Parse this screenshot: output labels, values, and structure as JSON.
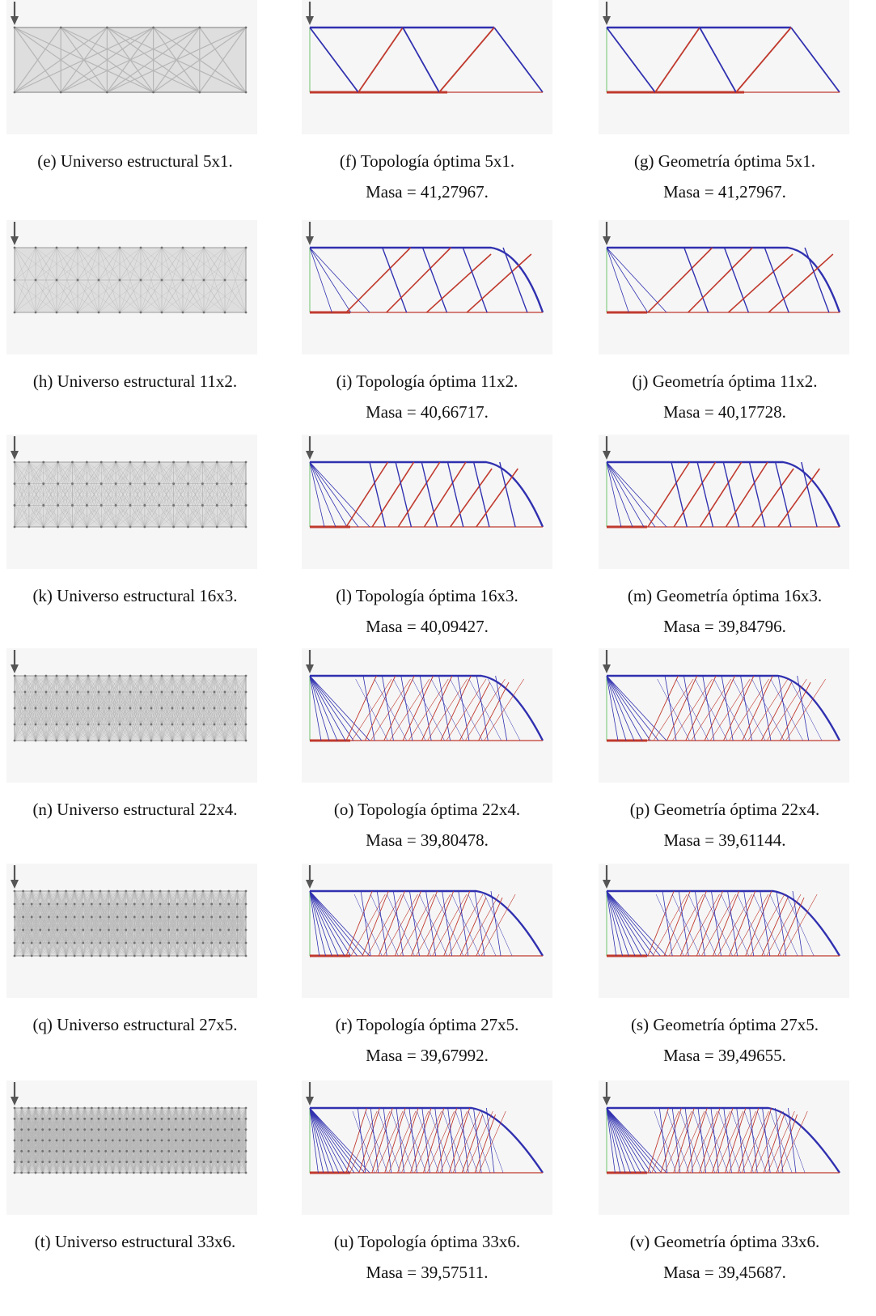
{
  "colors": {
    "compression": "#3030b0",
    "tension": "#c03a2e",
    "universe": "#b6b6b6",
    "node": "#707070",
    "load_arrow": "#555555",
    "support": "#6fc46f"
  },
  "rows": [
    {
      "grid": "5x1",
      "universe": {
        "caption": "(e) Universo estructural 5x1."
      },
      "topology": {
        "caption": "(f) Topología óptima 5x1.",
        "mass": "Masa = 41,27967."
      },
      "geometry": {
        "caption": "(g) Geometría óptima 5x1.",
        "mass": "Masa = 41,27967."
      }
    },
    {
      "grid": "11x2",
      "universe": {
        "caption": "(h) Universo estructural 11x2."
      },
      "topology": {
        "caption": "(i) Topología óptima 11x2.",
        "mass": "Masa = 40,66717."
      },
      "geometry": {
        "caption": "(j) Geometría óptima 11x2.",
        "mass": "Masa = 40,17728."
      }
    },
    {
      "grid": "16x3",
      "universe": {
        "caption": "(k) Universo estructural 16x3."
      },
      "topology": {
        "caption": "(l) Topología óptima 16x3.",
        "mass": "Masa = 40,09427."
      },
      "geometry": {
        "caption": "(m) Geometría óptima 16x3.",
        "mass": "Masa = 39,84796."
      }
    },
    {
      "grid": "22x4",
      "universe": {
        "caption": "(n) Universo estructural 22x4."
      },
      "topology": {
        "caption": "(o) Topología óptima 22x4.",
        "mass": "Masa = 39,80478."
      },
      "geometry": {
        "caption": "(p) Geometría óptima 22x4.",
        "mass": "Masa = 39,61144."
      }
    },
    {
      "grid": "27x5",
      "universe": {
        "caption": "(q) Universo estructural 27x5."
      },
      "topology": {
        "caption": "(r) Topología óptima 27x5.",
        "mass": "Masa = 39,67992."
      },
      "geometry": {
        "caption": "(s) Geometría óptima 27x5.",
        "mass": "Masa = 39,49655."
      }
    },
    {
      "grid": "33x6",
      "universe": {
        "caption": "(t) Universo estructural 33x6."
      },
      "topology": {
        "caption": "(u) Topología óptima 33x6.",
        "mass": "Masa = 39,57511."
      },
      "geometry": {
        "caption": "(v) Geometría óptima 33x6.",
        "mass": "Masa = 39,45687."
      }
    }
  ]
}
